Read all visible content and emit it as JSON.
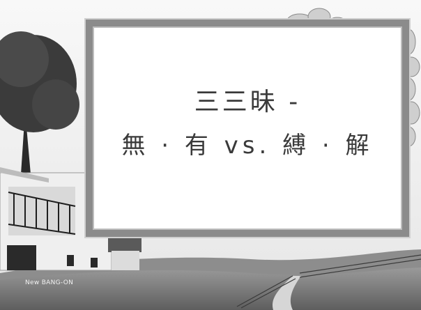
{
  "slide": {
    "title_line1": "三三昧 -",
    "title_line2": "無 · 有 vs. 縛 · 解",
    "brand": "New BANG-ON"
  }
}
